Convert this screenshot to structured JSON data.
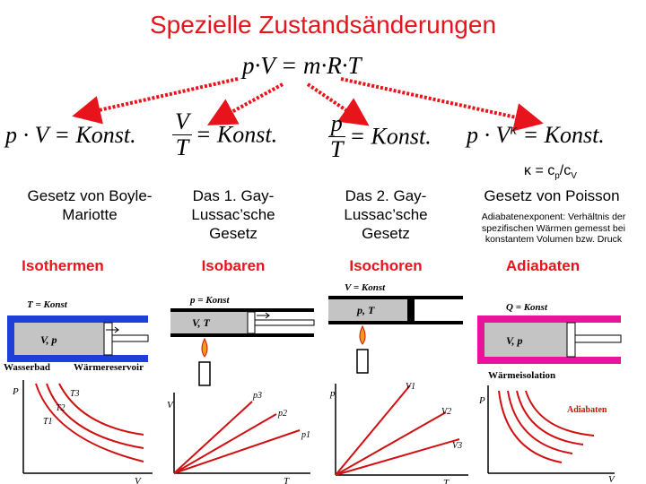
{
  "title": "Spezielle Zustandsänderungen",
  "main_formula": {
    "p": "p",
    "dot": "·",
    "V": "V",
    "eq": "=",
    "m": "m",
    "R": "R",
    "T": "T"
  },
  "formulas": {
    "isothermal": "p · V = Konst.",
    "isobaric": {
      "num": "V",
      "den": "T",
      "rhs": "= Konst."
    },
    "isochoric": {
      "num": "p",
      "den": "T",
      "rhs": "= Konst."
    },
    "adiabatic": {
      "lhs": "p · V",
      "exp": "κ",
      "rhs": "= Konst."
    }
  },
  "kappa": {
    "k": "κ = c",
    "sub_p": "p",
    "slash": "/c",
    "sub_v": "V"
  },
  "columns": [
    {
      "name": "Gesetz von Boyle-Mariotte",
      "process": "Isothermen"
    },
    {
      "name": "Das 1. Gay-Lussac’sche Gesetz",
      "process": "Isobaren"
    },
    {
      "name": "Das 2. Gay-Lussac’sche Gesetz",
      "process": "Isochoren"
    },
    {
      "name": "Gesetz von Poisson",
      "process": "Adiabaten"
    }
  ],
  "poisson_note": "Adiabatenexponent: Verhältnis der spezifischen Wärmen gemesst bei konstantem Volumen bzw. Druck",
  "diagrams": {
    "iso_t": {
      "t_konst": "T = Konst",
      "vp": "V, p",
      "wasserbad": "Wasserbad",
      "reservoir": "Wärmereservoir",
      "y": "P",
      "x": "V",
      "t3": "T3",
      "t2": "T2",
      "t1": "T1"
    },
    "iso_p": {
      "p_konst": "p = Konst",
      "vt": "V, T",
      "y": "V",
      "x": "T",
      "p3": "p3",
      "p2": "p2",
      "p1": "p1"
    },
    "iso_v": {
      "v_konst": "V = Konst",
      "pt": "p, T",
      "y": "p",
      "x": "T",
      "v1": "V1",
      "v2": "V2",
      "v3": "V3"
    },
    "adiab": {
      "q_konst": "Q = Konst",
      "vp": "V, p",
      "insulation": "Wärmeisolation",
      "y": "P",
      "x": "V",
      "label": "Adiabaten"
    }
  },
  "colors": {
    "title": "#e8141c",
    "arrow": "#e8141c",
    "wall_blue": "#1e3fd8",
    "wall_pink": "#e8149a",
    "gas": "#c4c4c4",
    "flame": "#f29a1a"
  }
}
